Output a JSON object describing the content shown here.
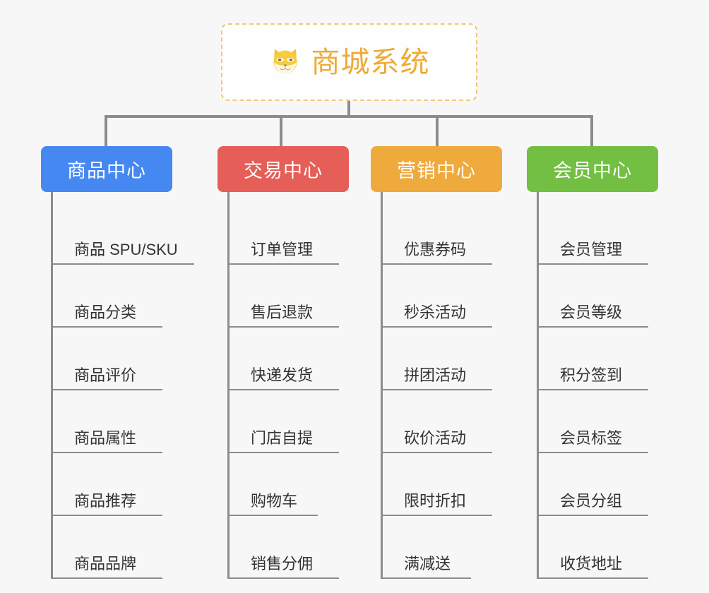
{
  "root": {
    "title": "商城系统",
    "icon": "dog-face-icon",
    "text_color": "#eeab36",
    "border_color": "#f3c677",
    "background": "#fefefe"
  },
  "canvas": {
    "background": "#f7f7f7",
    "connector_color": "#8c8c8c"
  },
  "columns": [
    {
      "header": "商品中心",
      "color": "#4688f1",
      "items": [
        "商品 SPU/SKU",
        "商品分类",
        "商品评价",
        "商品属性",
        "商品推荐",
        "商品品牌"
      ]
    },
    {
      "header": "交易中心",
      "color": "#e55e57",
      "items": [
        "订单管理",
        "售后退款",
        "快递发货",
        "门店自提",
        "购物车",
        "销售分佣"
      ]
    },
    {
      "header": "营销中心",
      "color": "#eeaa3c",
      "items": [
        "优惠券码",
        "秒杀活动",
        "拼团活动",
        "砍价活动",
        "限时折扣",
        "满减送"
      ]
    },
    {
      "header": "会员中心",
      "color": "#72bf44",
      "items": [
        "会员管理",
        "会员等级",
        "积分签到",
        "会员标签",
        "会员分组",
        "收货地址"
      ]
    }
  ]
}
